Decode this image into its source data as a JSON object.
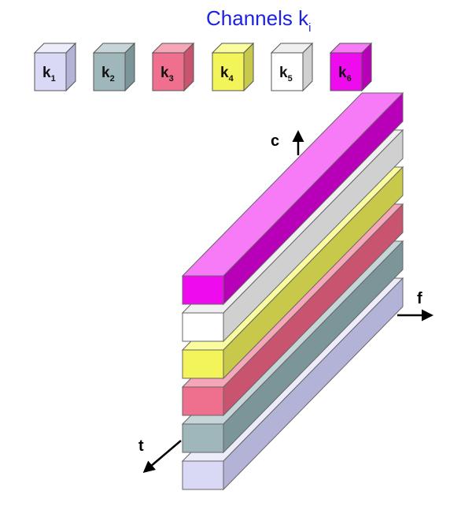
{
  "title": {
    "text": "Channels k",
    "subscript": "i"
  },
  "channels": [
    {
      "letter": "k",
      "sub": "1",
      "front": "#d9d9f5",
      "top": "#ececfb",
      "side": "#b3b3d7"
    },
    {
      "letter": "k",
      "sub": "2",
      "front": "#9fb7ba",
      "top": "#c6d5d7",
      "side": "#7c9598"
    },
    {
      "letter": "k",
      "sub": "3",
      "front": "#ef6f8e",
      "top": "#f6a6b9",
      "side": "#c85470"
    },
    {
      "letter": "k",
      "sub": "4",
      "front": "#f3f35a",
      "top": "#fbfba0",
      "side": "#c8c84a"
    },
    {
      "letter": "k",
      "sub": "5",
      "front": "#ffffff",
      "top": "#f0f0f0",
      "side": "#d0d0d0"
    },
    {
      "letter": "k",
      "sub": "6",
      "front": "#ee0cee",
      "top": "#f77bf7",
      "side": "#b800b8"
    }
  ],
  "slab_order_top_to_bottom": [
    6,
    5,
    4,
    3,
    2,
    1
  ],
  "axes": {
    "c": "c",
    "f": "f",
    "t": "t"
  }
}
